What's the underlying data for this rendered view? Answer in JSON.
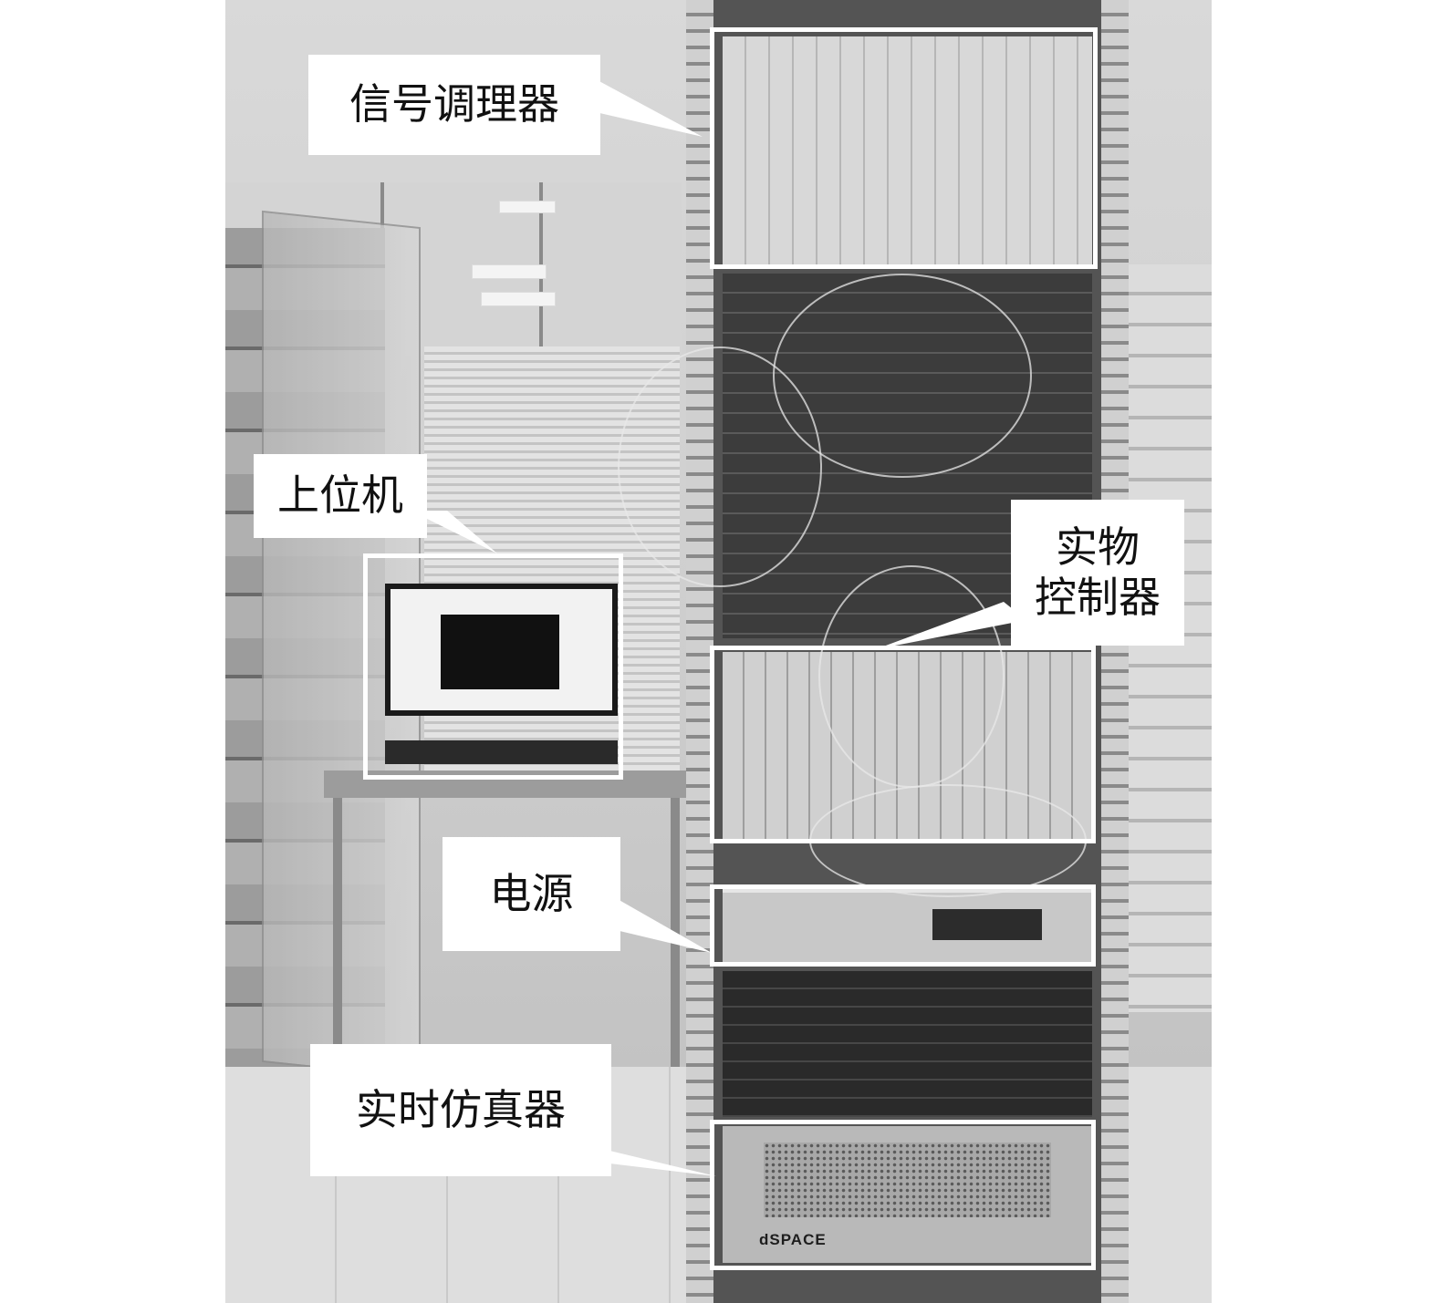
{
  "labels": {
    "signal_conditioner": "信号调理器",
    "host_computer": "上位机",
    "physical_controller": "实物\n控制器",
    "power_supply": "电源",
    "realtime_simulator": "实时仿真器"
  },
  "equipment_text": {
    "simulator_brand": "dSPACE"
  },
  "colors": {
    "annotation_box": "#ffffff",
    "annotation_text": "#111111",
    "photo_tone": "grayscale"
  }
}
